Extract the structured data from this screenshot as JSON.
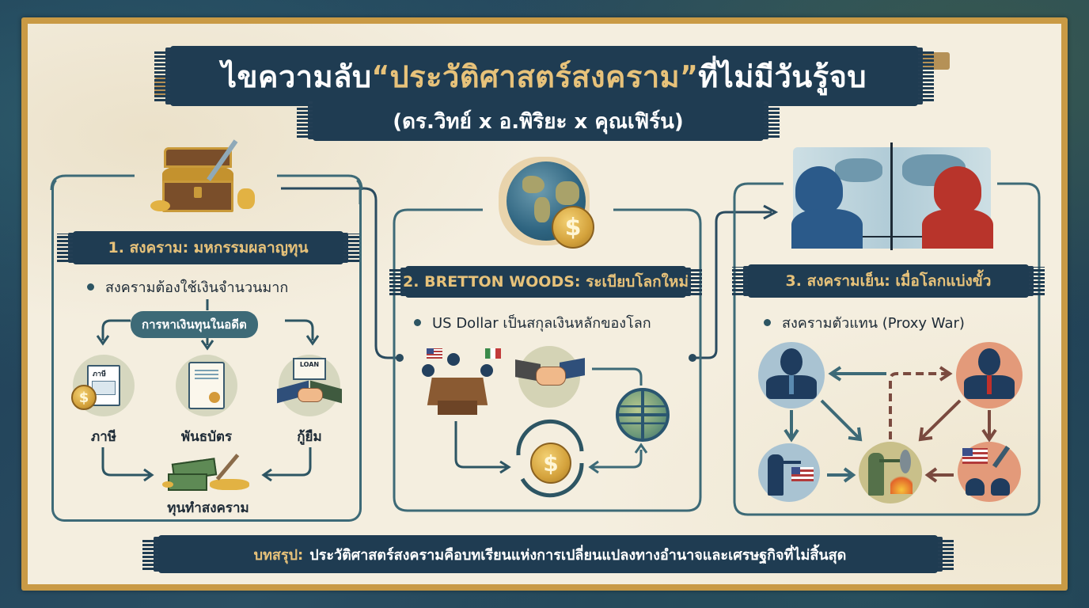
{
  "title": {
    "prefix": "ไขความลับ ",
    "highlight": "“ประวัติศาสตร์สงคราม”",
    "suffix": " ที่ไม่มีวันรู้จบ",
    "subtitle": "(ดร.วิทย์ x อ.พิริยะ x คุณเฟิร์น)"
  },
  "panels": [
    {
      "heading": "1. สงคราม: มหกรรมผลาญทุน",
      "bullet": "สงครามต้องใช้เงินจำนวนมาก",
      "hero_icon": "treasure-chest-sword-icon",
      "hub_label": "การหาเงินทุนในอดีต",
      "sources": [
        {
          "label": "ภาษี",
          "icon": "tax-document-coin-icon",
          "doc_text": "ภาษี"
        },
        {
          "label": "พันธบัตร",
          "icon": "bond-certificate-icon"
        },
        {
          "label": "กู้ยืม",
          "icon": "loan-handshake-icon",
          "doc_text": "LOAN"
        }
      ],
      "result_label": "ทุนทำสงคราม",
      "result_icon": "money-pile-sword-icon"
    },
    {
      "heading": "2. BRETTON WOODS: ระเบียบโลกใหม่",
      "bullet": "US Dollar เป็นสกุลเงินหลักของโลก",
      "hero_icon": "globe-dollar-coin-icon",
      "flow_icons": [
        "conference-table-flags-icon",
        "handshake-icon",
        "globe-grid-icon",
        "dollar-cycle-icon"
      ]
    },
    {
      "heading": "3. สงครามเย็น: เมื่อโลกแบ่งขั้ว",
      "bullet": "สงครามตัวแทน (Proxy War)",
      "hero_icon": "cold-war-leaders-map-icon",
      "nodes": [
        "blue-leader-icon",
        "red-leader-icon",
        "soldier-flag-icon",
        "battlefield-fire-icon",
        "flag-missile-soldiers-icon"
      ]
    }
  ],
  "footer": {
    "key": "บทสรุป:",
    "text": "ประวัติศาสตร์สงครามคือบทเรียนแห่งการเปลี่ยนแปลงทางอำนาจและเศรษฐกิจที่ไม่สิ้นสุด"
  },
  "colors": {
    "navy": "#1f3c52",
    "gold_text": "#e7c27a",
    "teal_line": "#3d6a77",
    "canvas": "#f4eedf",
    "frame_gold": "#c99a45",
    "blue_side": "#2f5d86",
    "red_side": "#b8342b"
  }
}
